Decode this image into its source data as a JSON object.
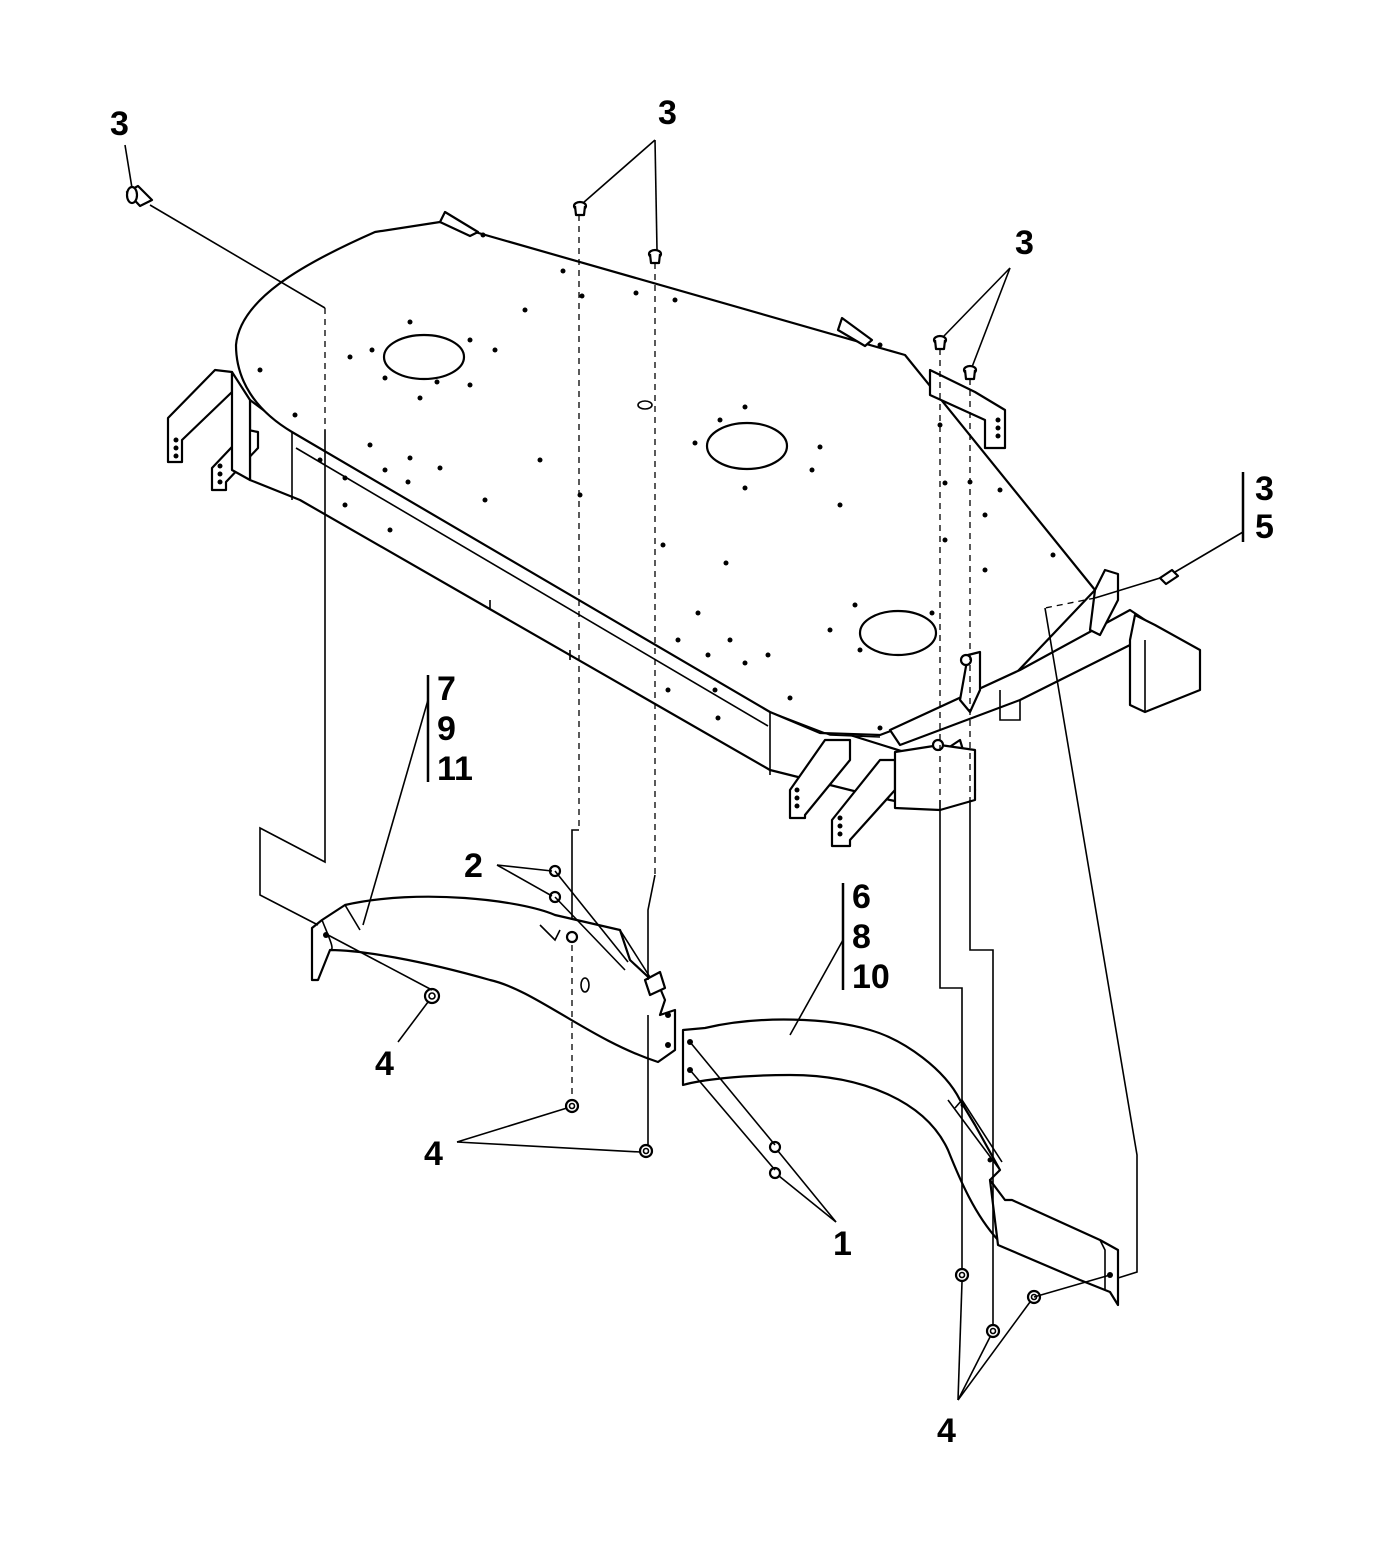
{
  "diagram": {
    "callouts": [
      {
        "id": "c3a",
        "text": "3"
      },
      {
        "id": "c3b",
        "text": "3"
      },
      {
        "id": "c3c",
        "text": "3"
      },
      {
        "id": "c35",
        "lines": [
          "3",
          "5"
        ]
      },
      {
        "id": "c7911",
        "lines": [
          "7",
          "9",
          "11"
        ]
      },
      {
        "id": "c2",
        "text": "2"
      },
      {
        "id": "c6810",
        "lines": [
          "6",
          "8",
          "10"
        ]
      },
      {
        "id": "c4a",
        "text": "4"
      },
      {
        "id": "c4b",
        "text": "4"
      },
      {
        "id": "c1",
        "text": "1"
      },
      {
        "id": "c4c",
        "text": "4"
      }
    ]
  }
}
